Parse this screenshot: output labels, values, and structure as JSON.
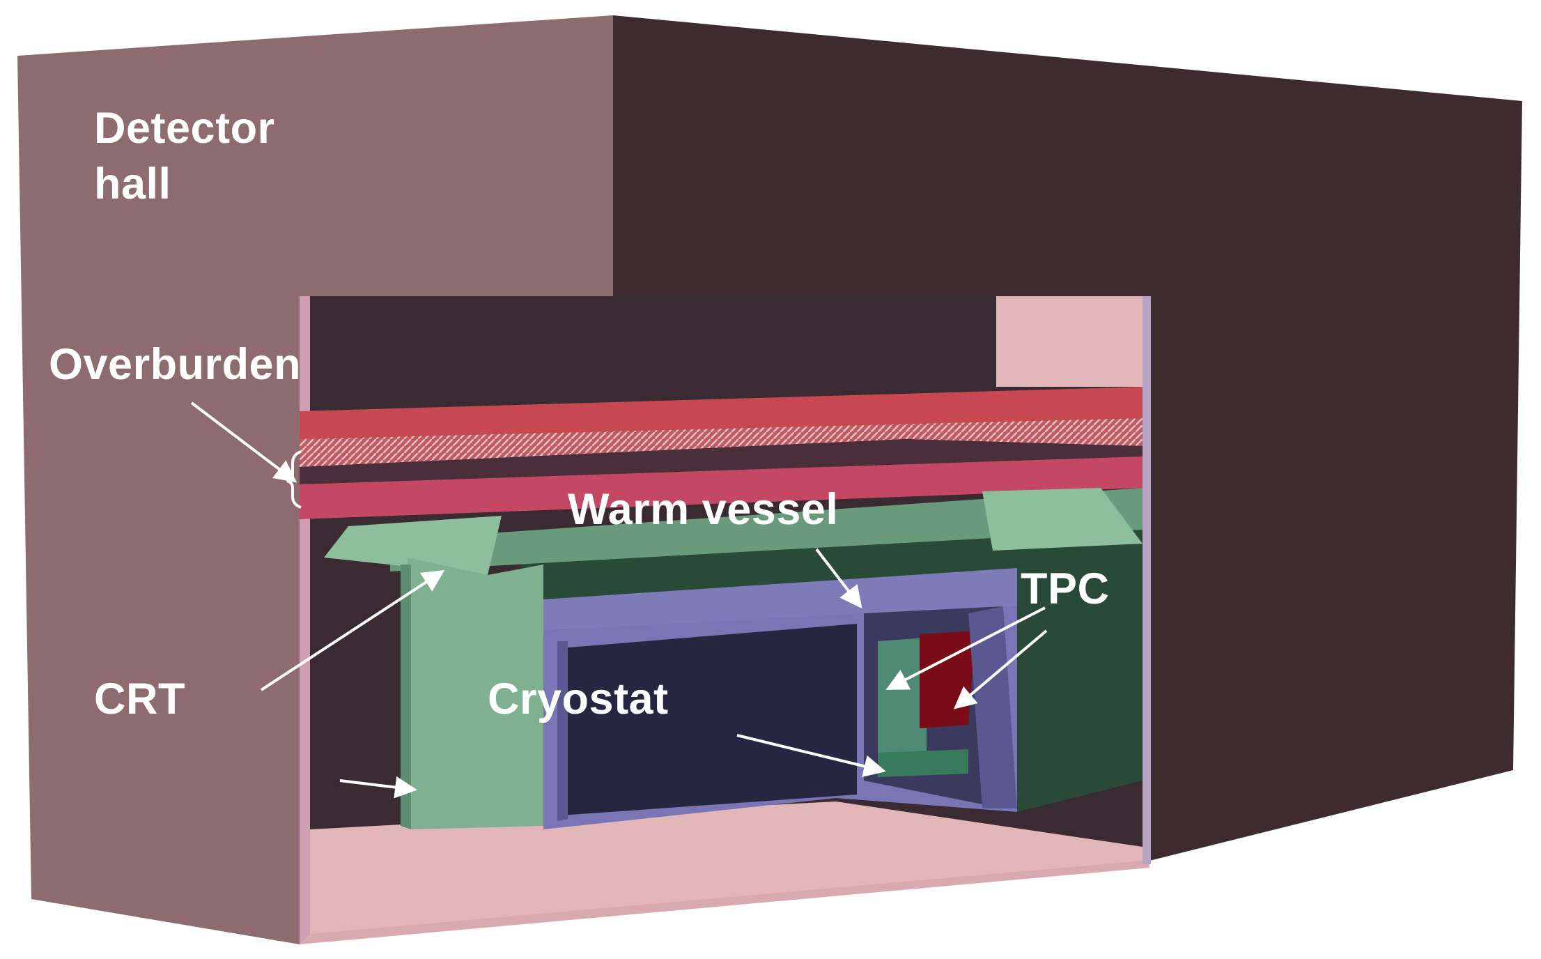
{
  "labels": {
    "detector_hall_line1": "Detector",
    "detector_hall_line2": "hall",
    "overburden": "Overburden",
    "warm_vessel": "Warm vessel",
    "tpc": "TPC",
    "crt": "CRT",
    "cryostat": "Cryostat"
  },
  "colors": {
    "hall_wall": "#8e6b6e",
    "hall_dark": "#3d2b2f",
    "floor_pink": "#e2b6b8",
    "overburden_red": "#c84852",
    "crt_green": "#7fb08f",
    "warm_vessel_green": "#2a4a38",
    "cryostat_blue": "#7d7bb8",
    "cryostat_inner": "#262640",
    "tpc_red": "#7a0c18",
    "label": "#ffffff",
    "arrow": "#ffffff"
  }
}
